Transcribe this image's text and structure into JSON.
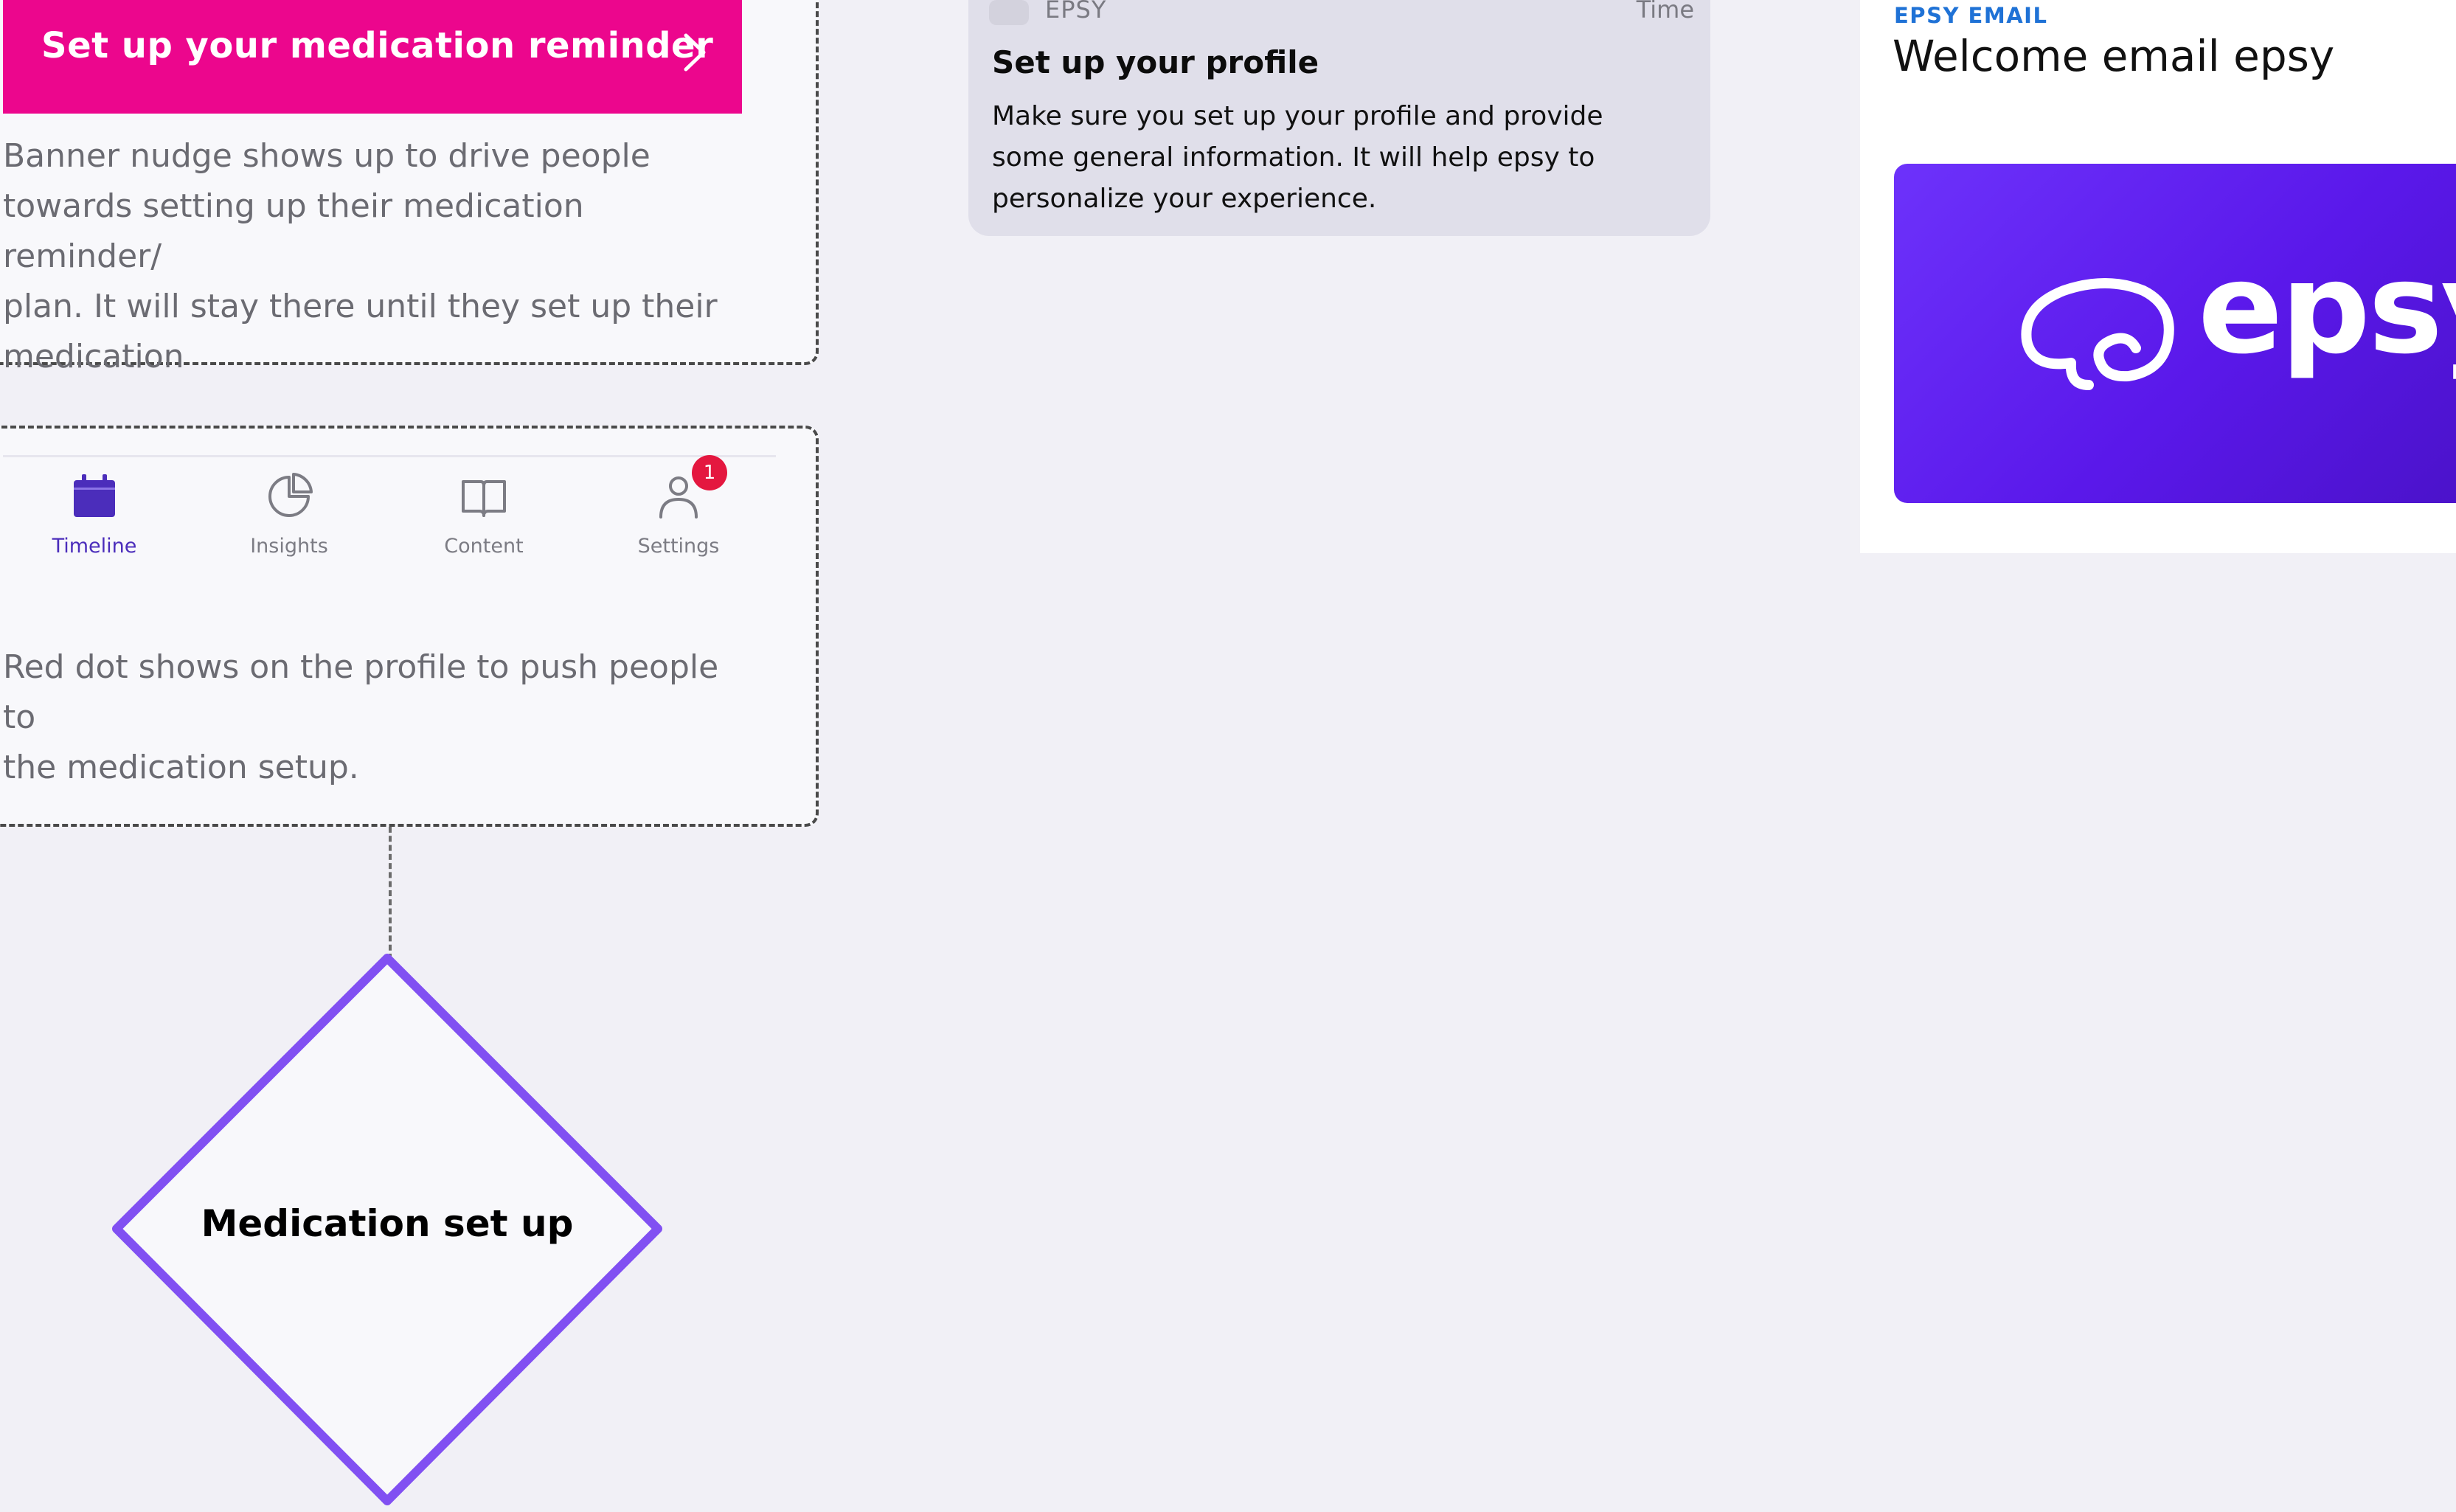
{
  "reminder_card": {
    "banner_label": "Set up your medication reminder",
    "description": "Banner nudge shows up to drive people\ntowards setting up their medication reminder/\nplan. It will stay there until they set up their\nmedication"
  },
  "tabbar_card": {
    "tabs": [
      {
        "label": "Timeline",
        "icon": "calendar-icon",
        "active": true
      },
      {
        "label": "Insights",
        "icon": "pie-chart-icon",
        "active": false
      },
      {
        "label": "Content",
        "icon": "book-icon",
        "active": false
      },
      {
        "label": "Settings",
        "icon": "user-icon",
        "active": false,
        "badge": "1"
      }
    ],
    "description": "Red dot shows on the profile to push people to\nthe medication setup."
  },
  "decision": {
    "label": "Medication set up"
  },
  "notification": {
    "app_name": "EPSY",
    "time": "Time",
    "title": "Set up your profile",
    "body": "Make sure you set up your profile and provide\nsome general information. It will help epsy to\npersonalize your experience."
  },
  "email": {
    "label": "EPSY EMAIL",
    "title": "Welcome email epsy",
    "logo_text": "epsy"
  },
  "colors": {
    "banner": "#ec068d",
    "active_tab": "#4b2dbb",
    "badge": "#e4173f",
    "decision_border": "#8150f2",
    "email_label": "#1f72d6",
    "hero_gradient_start": "#6d32fb",
    "hero_gradient_end": "#4a12c8"
  }
}
